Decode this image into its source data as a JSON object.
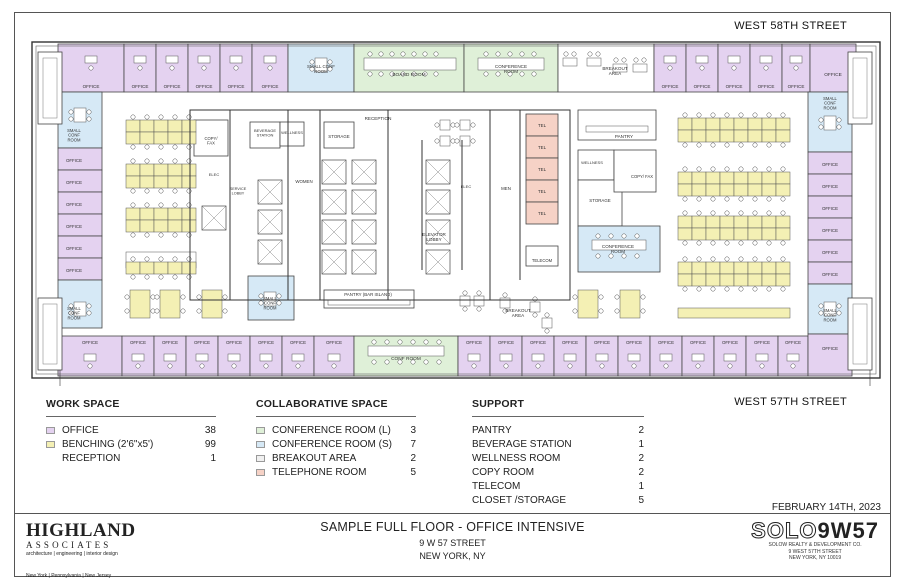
{
  "streets": {
    "north": "WEST 58TH STREET",
    "south": "WEST 57TH STREET"
  },
  "colors": {
    "office": "#e4d2f0",
    "benching": "#f4f0b4",
    "conference_large": "#dff0d8",
    "conference_small": "#d6e9f6",
    "breakout": "#f0f0f0",
    "telephone": "#f6d2c6",
    "linework": "#333333"
  },
  "plan_labels": {
    "office": "OFFICE",
    "small_conf": "SMALL CONF ROOM",
    "board_room": "BOARD ROOM",
    "conference_room": "CONFERENCE ROOM",
    "breakout_area": "BREAKOUT AREA",
    "copy_fax": "COPY/ FAX",
    "beverage_station": "BEVERAGE STATION",
    "wellness": "WELLNESS",
    "storage": "STORAGE",
    "reception": "RECEPTION",
    "tel": "TEL",
    "pantry": "PANTRY",
    "elec": "ELEC",
    "service_lobby": "SERVICE LOBBY",
    "women": "WOMEN",
    "men": "MEN",
    "elevator_lobby": "ELEVATOR LOBBY",
    "telecom": "TELECOM",
    "pantry_bar": "PANTRY (BAR ISLAND)",
    "conf_room": "CONF ROOM"
  },
  "legend": {
    "work": {
      "title": "WORK SPACE",
      "items": [
        {
          "label": "OFFICE",
          "count": "38",
          "color": "#e4d2f0"
        },
        {
          "label": "BENCHING (2'6\"x5')",
          "count": "99",
          "color": "#f4f0b4"
        },
        {
          "label": "RECEPTION",
          "count": "1",
          "color": ""
        }
      ]
    },
    "collab": {
      "title": "COLLABORATIVE SPACE",
      "items": [
        {
          "label": "CONFERENCE ROOM (L)",
          "count": "3",
          "color": "#dff0d8"
        },
        {
          "label": "CONFERENCE ROOM (S)",
          "count": "7",
          "color": "#d6e9f6"
        },
        {
          "label": "BREAKOUT AREA",
          "count": "2",
          "color": "#f0f0f0"
        },
        {
          "label": "TELEPHONE ROOM",
          "count": "5",
          "color": "#f6d2c6"
        }
      ]
    },
    "support": {
      "title": "SUPPORT",
      "items": [
        {
          "label": "PANTRY",
          "count": "2"
        },
        {
          "label": "BEVERAGE STATION",
          "count": "1"
        },
        {
          "label": "WELLNESS ROOM",
          "count": "2"
        },
        {
          "label": "COPY ROOM",
          "count": "2"
        },
        {
          "label": "TELECOM",
          "count": "1"
        },
        {
          "label": "CLOSET /STORAGE",
          "count": "5"
        }
      ]
    }
  },
  "date": "FEBRUARY 14TH, 2023",
  "title": {
    "main": "SAMPLE FULL FLOOR - OFFICE INTENSIVE",
    "address": "9 W 57 STREET",
    "city": "NEW YORK, NY"
  },
  "architect": {
    "name": "HIGHLAND",
    "sub": "ASSOCIATES",
    "tagline": "architecture | engineering | interior design",
    "locations": "New York  |  Pennsylvania  |  New Jersey"
  },
  "developer": {
    "logo": "SOLO9W57",
    "company": "SOLOW REALTY & DEVELOPMENT CO.",
    "address": "9 WEST 57TH STREET",
    "city": "NEW YORK, NY 10019"
  }
}
